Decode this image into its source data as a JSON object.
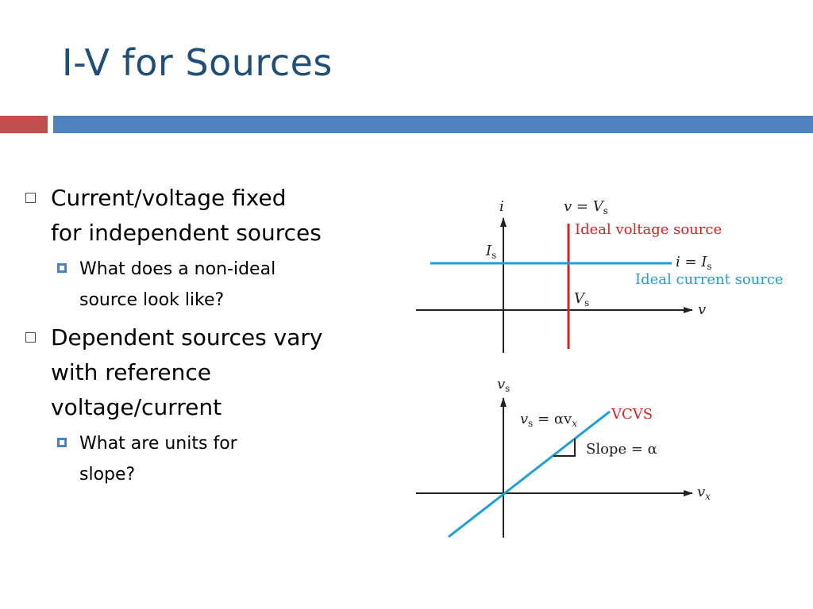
{
  "slide": {
    "title": "I-V for Sources",
    "bullets": [
      {
        "text_line1": "Current/voltage fixed",
        "text_line2": "for independent sources",
        "sub": {
          "line1": "What does  a non-ideal",
          "line2": "source look like?"
        }
      },
      {
        "text_line1": "Dependent sources vary",
        "text_line2": "with reference",
        "text_line3": "voltage/current",
        "sub": {
          "line1": "What are units for",
          "line2": "slope?"
        }
      }
    ]
  },
  "colors": {
    "title": "#1f4e79",
    "bar_red": "#c0504d",
    "bar_blue": "#4f81bd",
    "voltage_line": "#e02020",
    "current_line": "#1aa0dc"
  },
  "figure_top": {
    "y_axis": "i",
    "x_axis": "v",
    "v_eq_prefix": "v = V",
    "v_eq_sub": "s",
    "voltage_source_label": "Ideal voltage source",
    "is_label": "I",
    "is_sub": "s",
    "i_eq_prefix": "i = I",
    "i_eq_sub": "s",
    "current_source_label": "Ideal current source",
    "vs_label": "V",
    "vs_sub": "s"
  },
  "figure_bottom": {
    "y_axis": "v",
    "y_axis_sub": "s",
    "x_axis": "v",
    "x_axis_sub": "x",
    "eq_left": "v",
    "eq_left_sub": "s",
    "eq_mid": " = αv",
    "eq_right_sub": "x",
    "vcvs_label": "VCVS",
    "slope_label": "Slope = α"
  }
}
